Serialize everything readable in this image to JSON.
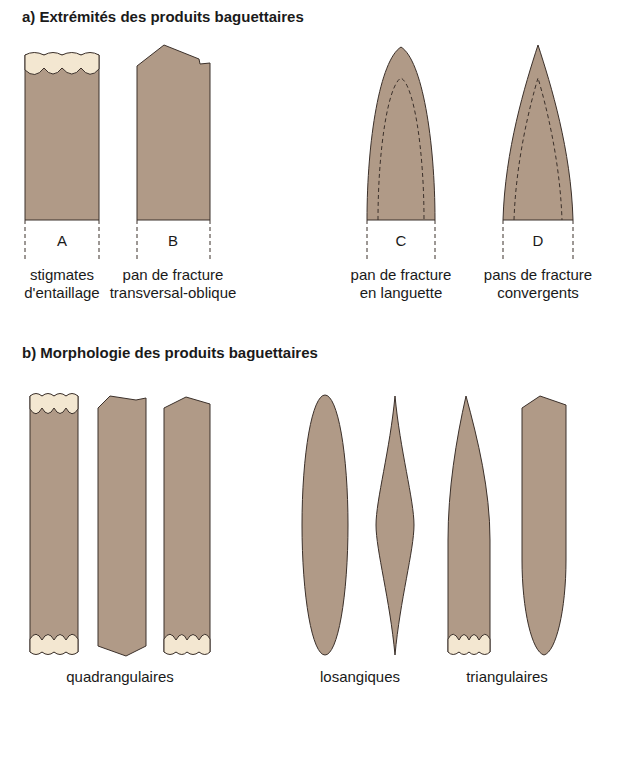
{
  "diagram": {
    "labels": [
      "a) Extrémités des produits baguettaires",
      "A",
      "stigmates d'entaillage",
      "B",
      "pan de fracture transversal-oblique",
      "C",
      "pan de fracture en languette",
      "D",
      "pans de fracture convergents",
      "b) Morphologie des produits baguettaires",
      "quadrangulaires",
      "losangiques",
      "triangulaires"
    ]
  }
}
